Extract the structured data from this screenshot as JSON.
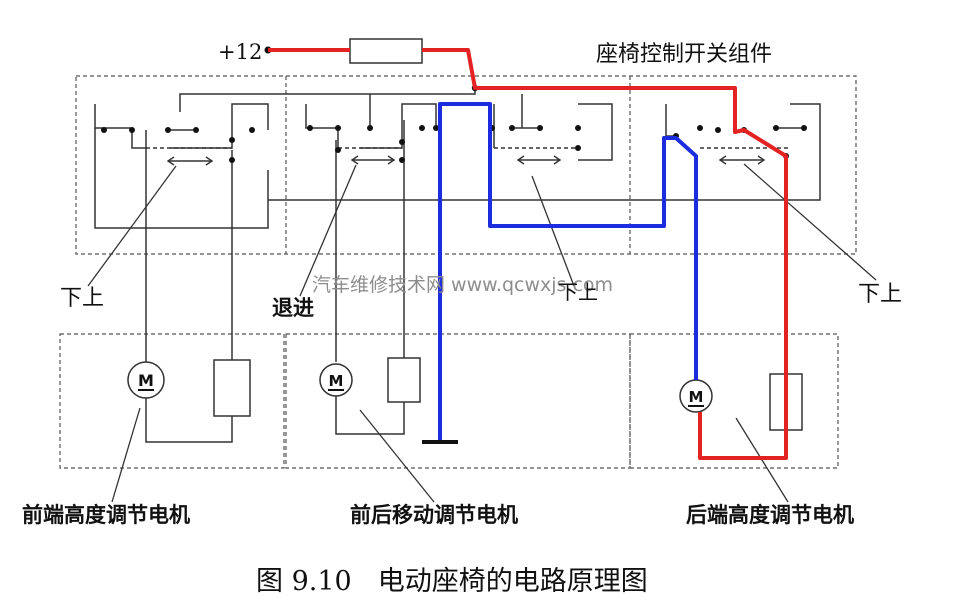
{
  "supply": {
    "label": "+12"
  },
  "switch_group": {
    "title": "座椅控制开关组件"
  },
  "switch_labels": {
    "front_height": "下上",
    "fore_aft": "退进",
    "fore_aft_right": "下上",
    "rear_height": "下上"
  },
  "watermark": "汽车维修技术网 www.qcwxjs.com",
  "motors": {
    "front_height": "前端高度调节电机",
    "fore_aft": "前后移动调节电机",
    "rear_height": "后端高度调节电机"
  },
  "motor_symbol": "M",
  "caption": {
    "figure_number": "图 9.10",
    "title": "电动座椅的电路原理图"
  },
  "colors": {
    "supply_path": "#e32222",
    "ground_path": "#1c2de0",
    "wiring": "#333333",
    "dashed_box": "#555555"
  }
}
